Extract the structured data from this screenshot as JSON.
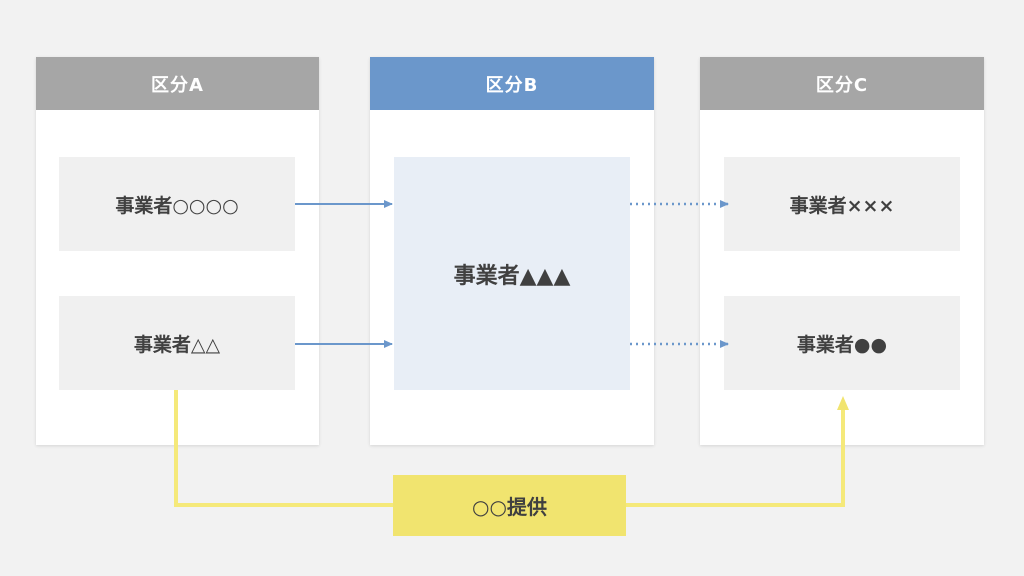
{
  "panels": {
    "a": {
      "header": "区分A"
    },
    "b": {
      "header": "区分B"
    },
    "c": {
      "header": "区分C"
    }
  },
  "boxes": {
    "a1": "事業者○○○○",
    "a2": "事業者△△",
    "b1": "事業者▲▲▲",
    "c1": "事業者×××",
    "c2": "事業者●●"
  },
  "provide_label": "○○提供",
  "colors": {
    "background": "#f2f2f2",
    "panel": "#ffffff",
    "header_gray": "#a6a6a6",
    "header_blue": "#6b97cb",
    "box_gray": "#f0f0f0",
    "box_blue": "#e8eef6",
    "arrow_blue": "#6b97cb",
    "yellow": "#f1e46f",
    "yellow_line": "#f5e97a",
    "text": "#404040"
  }
}
